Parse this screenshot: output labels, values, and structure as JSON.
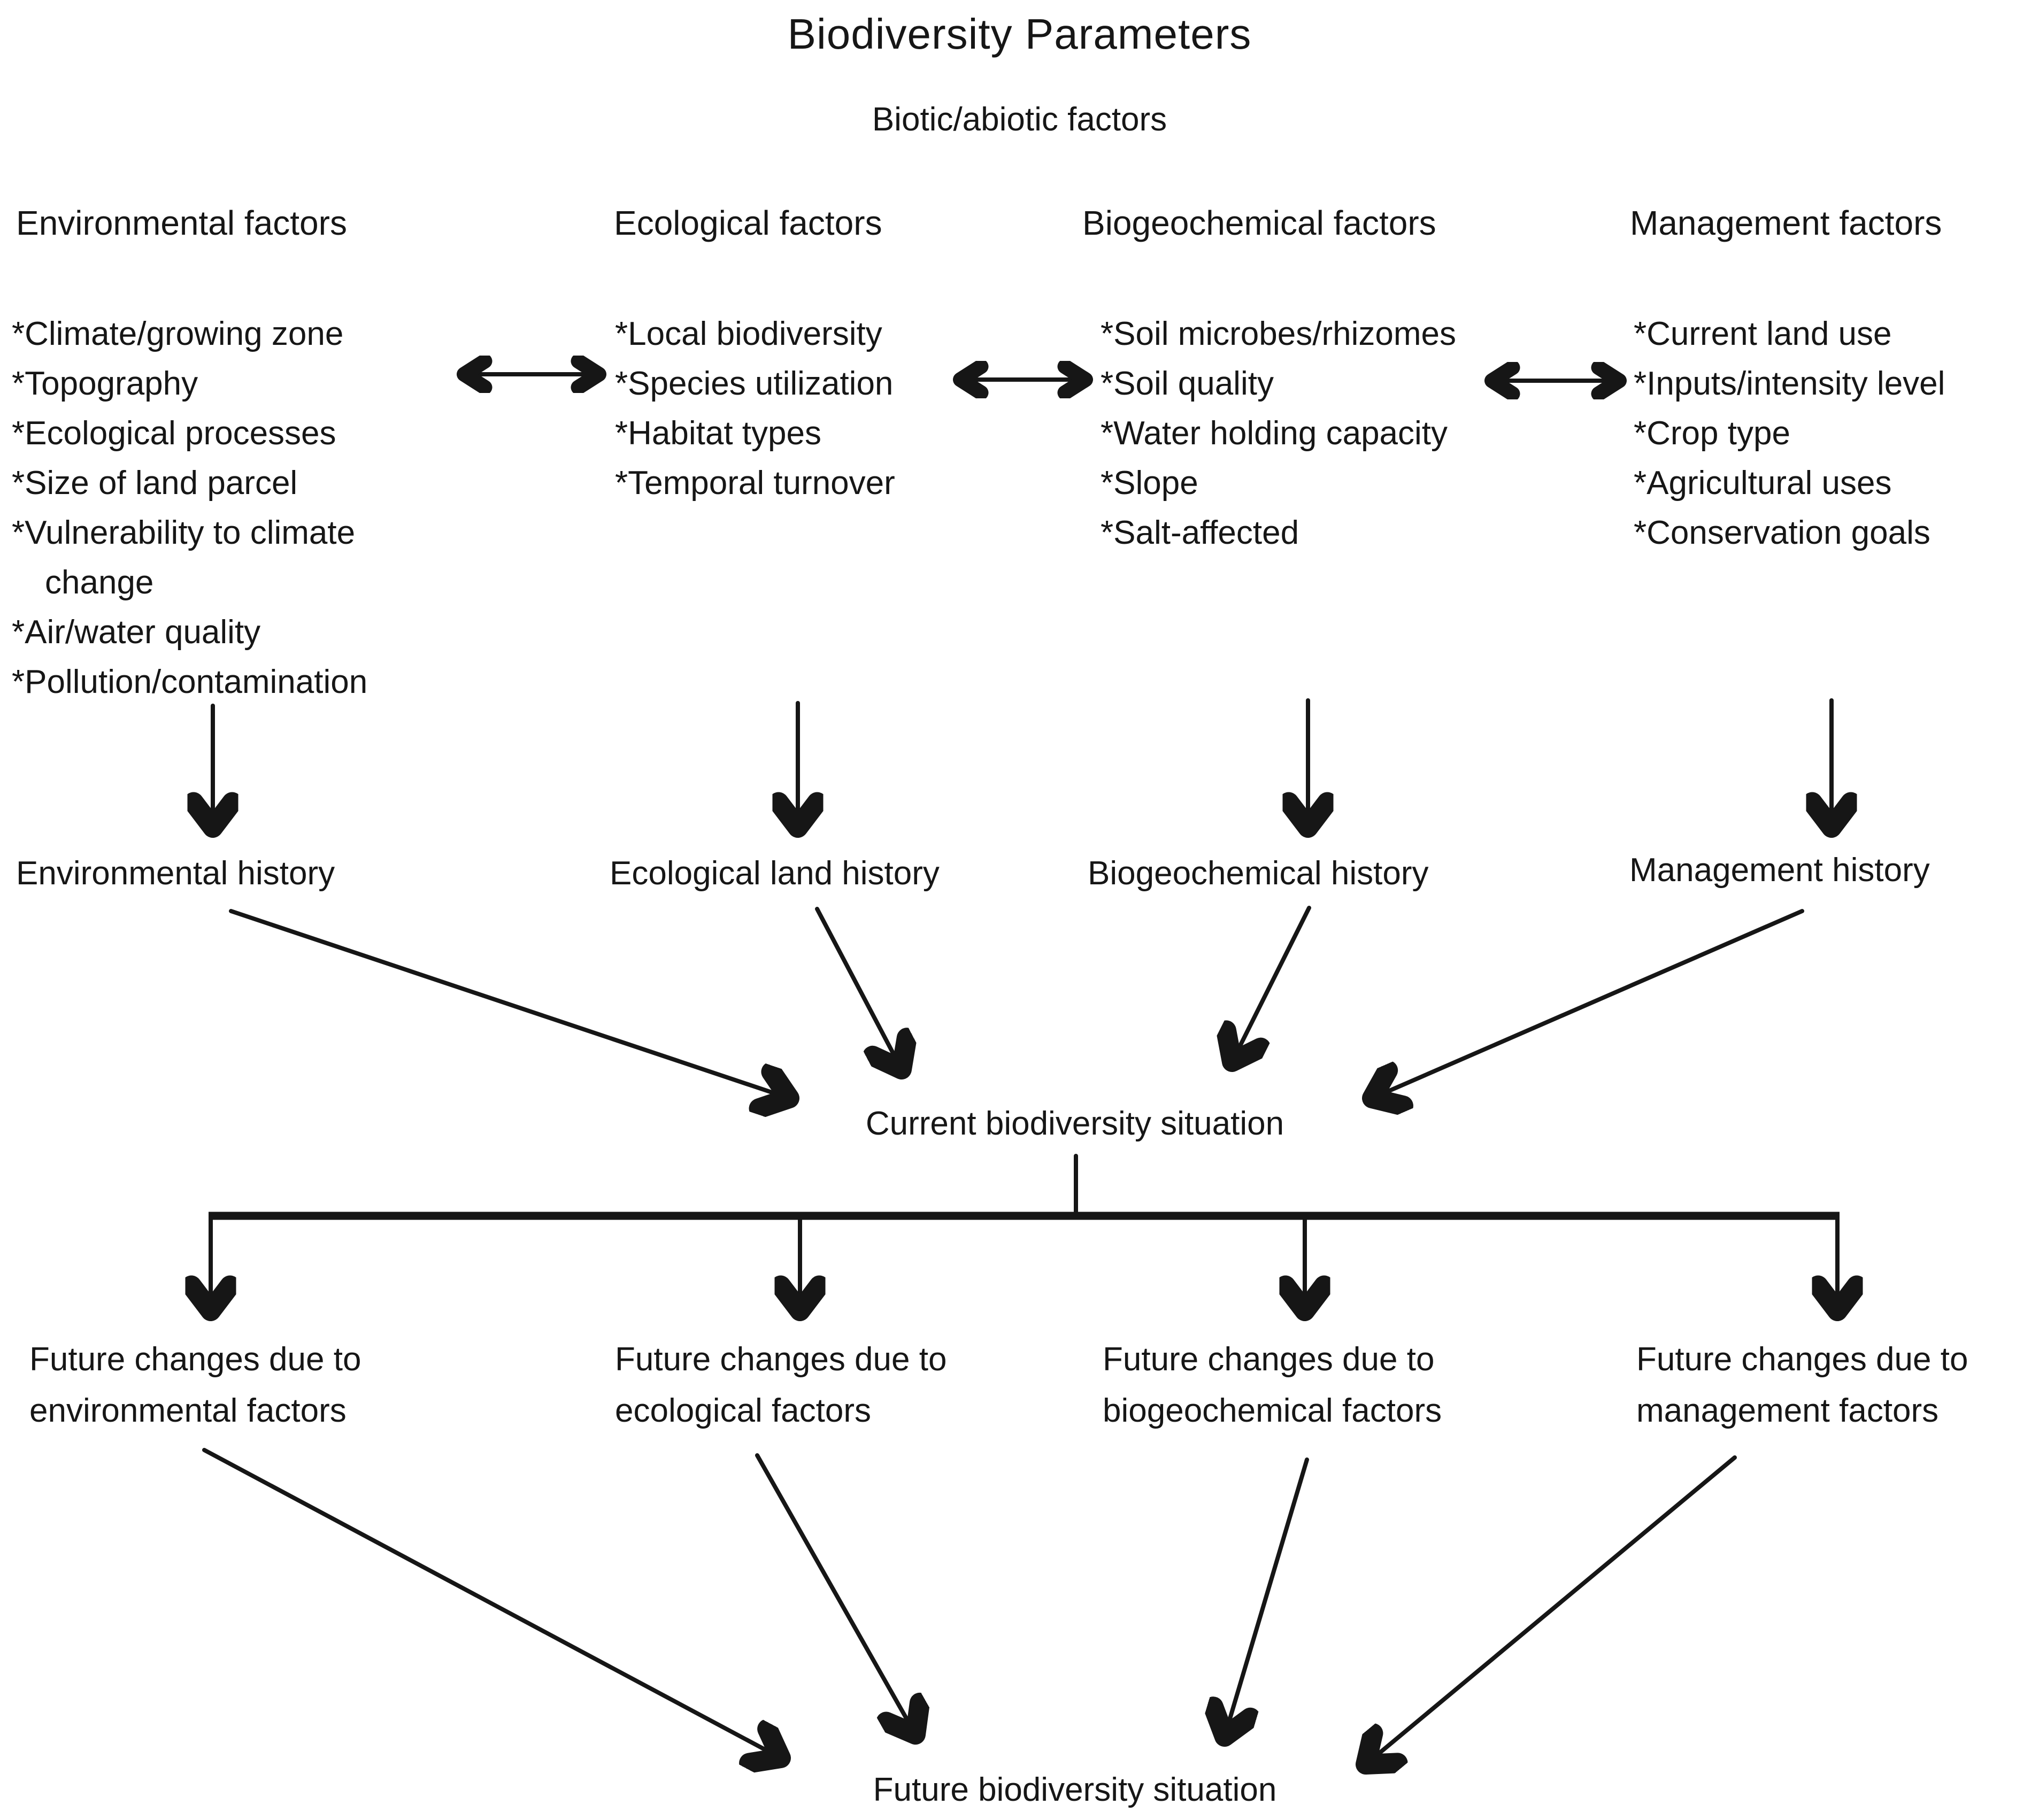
{
  "title": "Biodiversity Parameters",
  "subtitle": "Biotic/abiotic factors",
  "columns": [
    {
      "header": "Environmental factors",
      "items": [
        "*Climate/growing zone",
        "*Topography",
        "*Ecological processes",
        "*Size of land parcel",
        "*Vulnerability to climate",
        "change",
        "*Air/water quality",
        "*Pollution/contamination"
      ],
      "history": "Environmental history",
      "future_line1": "Future changes due to",
      "future_line2": "environmental factors"
    },
    {
      "header": "Ecological factors",
      "items": [
        "*Local biodiversity",
        "*Species utilization",
        "*Habitat types",
        "*Temporal turnover"
      ],
      "history": "Ecological land history",
      "future_line1": "Future changes due to",
      "future_line2": "ecological factors"
    },
    {
      "header": "Biogeochemical factors",
      "items": [
        "*Soil microbes/rhizomes",
        "*Soil quality",
        "*Water holding capacity",
        "*Slope",
        "*Salt-affected"
      ],
      "history": "Biogeochemical history",
      "future_line1": "Future changes due to",
      "future_line2": "biogeochemical factors"
    },
    {
      "header": "Management factors",
      "items": [
        "*Current land use",
        "*Inputs/intensity level",
        "*Crop type",
        "*Agricultural uses",
        "*Conservation goals"
      ],
      "history": "Management history",
      "future_line1": "Future changes due to",
      "future_line2": "management factors"
    }
  ],
  "center": {
    "current_label": "Current biodiversity situation",
    "future_label": "Future biodiversity situation"
  },
  "colors": {
    "ink": "#161616",
    "background": "#ffffff"
  }
}
